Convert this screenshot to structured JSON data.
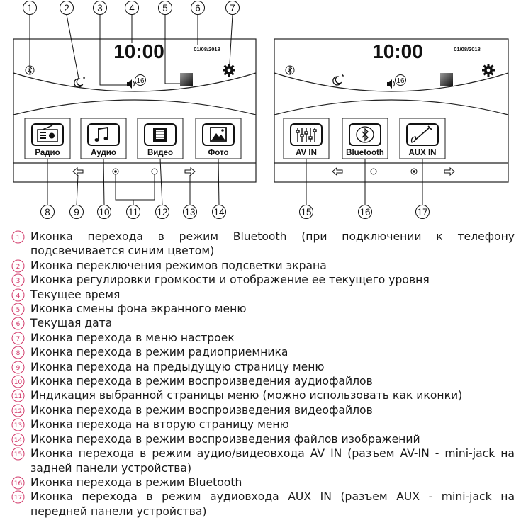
{
  "screen": {
    "time": "10:00",
    "date": "01/08/2018",
    "volume_level": "16",
    "page1_buttons": [
      "Радио",
      "Аудио",
      "Видео",
      "Фото"
    ],
    "page2_buttons": [
      "AV IN",
      "Bluetooth",
      "AUX IN"
    ]
  },
  "callouts": {
    "top": [
      "1",
      "2",
      "3",
      "4",
      "5",
      "6",
      "7"
    ],
    "bottom_left": [
      "8",
      "9",
      "10",
      "11",
      "12",
      "13",
      "14"
    ],
    "bottom_right": [
      "15",
      "16",
      "17"
    ]
  },
  "icons": {
    "left": [
      "bluetooth-icon",
      "night-mode-icon",
      "volume-icon",
      "background-swatch-icon",
      "gear-icon"
    ],
    "page1": [
      "radio-icon",
      "music-note-icon",
      "film-icon",
      "photo-icon"
    ],
    "page2": [
      "equalizer-icon",
      "bluetooth-icon",
      "guitar-icon"
    ],
    "nav": [
      "arrow-left-icon",
      "page-dot-filled-icon",
      "page-dot-empty-icon",
      "arrow-right-icon"
    ]
  },
  "colors": {
    "callout_marker": "#d23a6a"
  },
  "legend": [
    {
      "n": "1",
      "text": "Иконка перехода в режим Bluetooth (при подключении к телефону подсвечивается синим цветом)"
    },
    {
      "n": "2",
      "text": "Иконка переключения режимов подсветки экрана"
    },
    {
      "n": "3",
      "text": "Иконка регулировки громкости и отображение ее текущего уровня"
    },
    {
      "n": "4",
      "text": "Текущее время"
    },
    {
      "n": "5",
      "text": "Иконка смены фона экранного меню"
    },
    {
      "n": "6",
      "text": "Текущая дата"
    },
    {
      "n": "7",
      "text": "Иконка перехода в меню настроек"
    },
    {
      "n": "8",
      "text": "Иконка перехода в режим радиоприемника"
    },
    {
      "n": "9",
      "text": "Иконка перехода на предыдущую страницу меню"
    },
    {
      "n": "10",
      "text": "Иконка перехода в режим воспроизведения аудиофайлов"
    },
    {
      "n": "11",
      "text": "Индикация выбранной страницы меню (можно использовать как иконки)"
    },
    {
      "n": "12",
      "text": "Иконка перехода в режим воспроизведения видеофайлов"
    },
    {
      "n": "13",
      "text": "Иконка перехода на вторую страницу меню"
    },
    {
      "n": "14",
      "text": "Иконка перехода в режим воспроизведения файлов изображений"
    },
    {
      "n": "15",
      "text": "Иконка перехода в режим аудио/видеовхода AV IN (разъем AV-IN - mini-jack на задней панели устройства)"
    },
    {
      "n": "16",
      "text": "Иконка перехода в режим Bluetooth"
    },
    {
      "n": "17",
      "text": "Иконка перехода в режим аудиовхода AUX IN (разъем AUX - mini-jack на передней панели устройства)"
    }
  ]
}
